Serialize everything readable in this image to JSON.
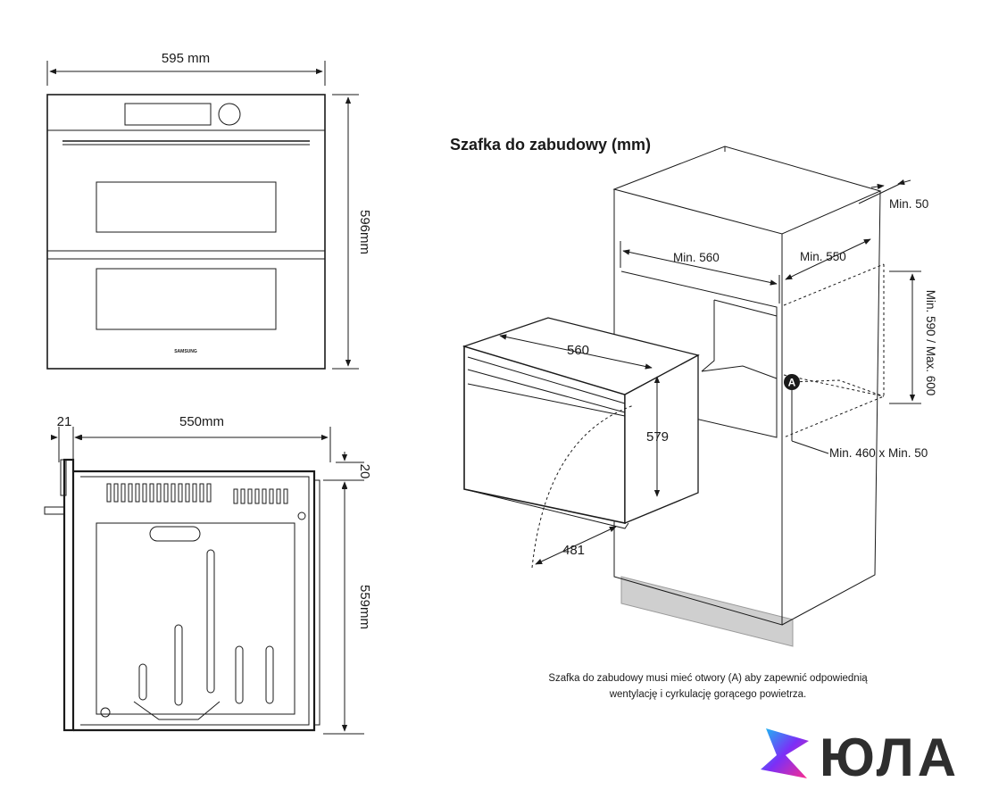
{
  "front_view": {
    "width_label": "595 mm",
    "height_label": "596mm",
    "brand": "SAMSUNG"
  },
  "side_view": {
    "door_depth_label": "21",
    "depth_label": "550mm",
    "top_offset_label": "20",
    "height_label": "559mm"
  },
  "cabinet": {
    "title": "Szafka do zabudowy (mm)",
    "min_back": "Min. 50",
    "min_width": "Min. 560",
    "min_depth": "Min. 550",
    "height_range": "Min. 590 / Max. 600",
    "opening_marker": "A",
    "opening_size": "Min. 460 x Min. 50",
    "oven_width": "560",
    "oven_height": "579",
    "oven_depth": "481",
    "note_line1": "Szafka do zabudowy musi mieć otwory (A) aby zapewnić odpowiednią",
    "note_line2": "wentylację i cyrkulację gorącego powietrza."
  },
  "logo": {
    "text": "ЮЛА",
    "colors": [
      "#7b2ff7",
      "#ff2d8a",
      "#16c2f2"
    ]
  }
}
